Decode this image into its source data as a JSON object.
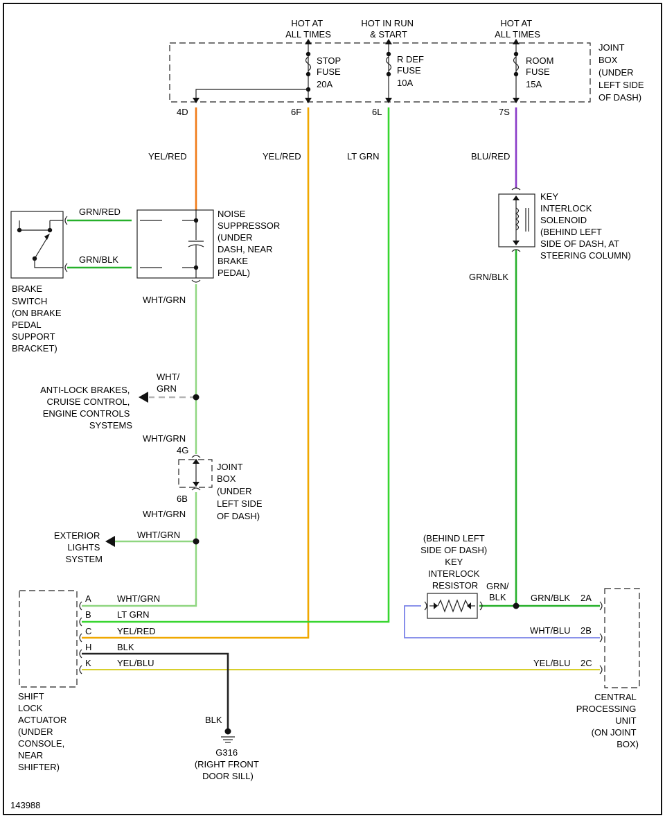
{
  "diagram_id": "143988",
  "colors": {
    "yel_red": "#f0a800",
    "orange": "#f07a18",
    "lt_grn": "#38d630",
    "grn": "#26b02a",
    "wht_grn": "#8fd680",
    "blu_red": "#8a3bc8",
    "wht_blu": "#7a82e8",
    "yel_blu": "#d8cf2c",
    "blk": "#222222",
    "dashed_gray": "#b4b4b4"
  },
  "power": {
    "hot_at_all_times_1": [
      "HOT AT",
      "ALL TIMES"
    ],
    "hot_in_run_start": [
      "HOT IN RUN",
      "& START"
    ],
    "hot_at_all_times_2": [
      "HOT AT",
      "ALL TIMES"
    ]
  },
  "fuses": {
    "stop": [
      "STOP",
      "FUSE",
      "20A"
    ],
    "rdef": [
      "R DEF",
      "FUSE",
      "10A"
    ],
    "room": [
      "ROOM",
      "FUSE",
      "15A"
    ]
  },
  "joint_box_top": [
    "JOINT",
    "BOX",
    "(UNDER",
    "LEFT SIDE",
    "OF DASH)"
  ],
  "pins_top": {
    "p4d": "4D",
    "p6f": "6F",
    "p6l": "6L",
    "p7s": "7S"
  },
  "wire_labels": {
    "yel_red_1": "YEL/RED",
    "yel_red_2": "YEL/RED",
    "lt_grn_top": "LT GRN",
    "blu_red": "BLU/RED",
    "grn_red": "GRN/RED",
    "grn_blk_brake": "GRN/BLK",
    "wht_grn_1": "WHT/GRN",
    "wht_grn_branch": [
      "WHT/",
      "GRN"
    ],
    "wht_grn_2": "WHT/GRN",
    "wht_grn_3": "WHT/GRN",
    "wht_grn_4": "WHT/GRN",
    "grn_blk_solenoid": "GRN/BLK",
    "grn_blk_short": [
      "GRN/",
      "BLK"
    ],
    "grn_blk_cpu": "GRN/BLK",
    "wht_blu_cpu": "WHT/BLU",
    "yel_blu_cpu": "YEL/BLU",
    "blk_ground": "BLK"
  },
  "noise_suppressor": [
    "NOISE",
    "SUPPRESSOR",
    "(UNDER",
    "DASH, NEAR",
    "BRAKE",
    "PEDAL)"
  ],
  "brake_switch": [
    "BRAKE",
    "SWITCH",
    "(ON BRAKE",
    "PEDAL",
    "SUPPORT",
    "BRACKET)"
  ],
  "key_interlock_solenoid": [
    "KEY",
    "INTERLOCK",
    "SOLENOID",
    "(BEHIND LEFT",
    "SIDE OF DASH, AT",
    "STEERING COLUMN)"
  ],
  "anti_lock": [
    "ANTI-LOCK BRAKES,",
    "CRUISE CONTROL,",
    "ENGINE CONTROLS",
    "SYSTEMS"
  ],
  "joint_box_mid": [
    "JOINT",
    "BOX",
    "(UNDER",
    "LEFT SIDE",
    "OF DASH)"
  ],
  "pins_mid": {
    "p4g": "4G",
    "p6b": "6B"
  },
  "exterior_lights": [
    "EXTERIOR",
    "LIGHTS",
    "SYSTEM"
  ],
  "key_interlock_resistor": [
    "(BEHIND LEFT",
    "SIDE OF DASH)",
    "KEY",
    "INTERLOCK",
    "RESISTOR"
  ],
  "shift_lock_pins": [
    {
      "pin": "A",
      "wire": "WHT/GRN"
    },
    {
      "pin": "B",
      "wire": "LT GRN"
    },
    {
      "pin": "C",
      "wire": "YEL/RED"
    },
    {
      "pin": "H",
      "wire": "BLK"
    },
    {
      "pin": "K",
      "wire": "YEL/BLU"
    }
  ],
  "cpu_pins": {
    "p2a": "2A",
    "p2b": "2B",
    "p2c": "2C"
  },
  "shift_lock_actuator": [
    "SHIFT",
    "LOCK",
    "ACTUATOR",
    "(UNDER",
    "CONSOLE,",
    "NEAR",
    "SHIFTER)"
  ],
  "cpu": [
    "CENTRAL",
    "PROCESSING",
    "UNIT",
    "(ON JOINT",
    "BOX)"
  ],
  "ground": [
    "G316",
    "(RIGHT FRONT",
    "DOOR SILL)"
  ]
}
